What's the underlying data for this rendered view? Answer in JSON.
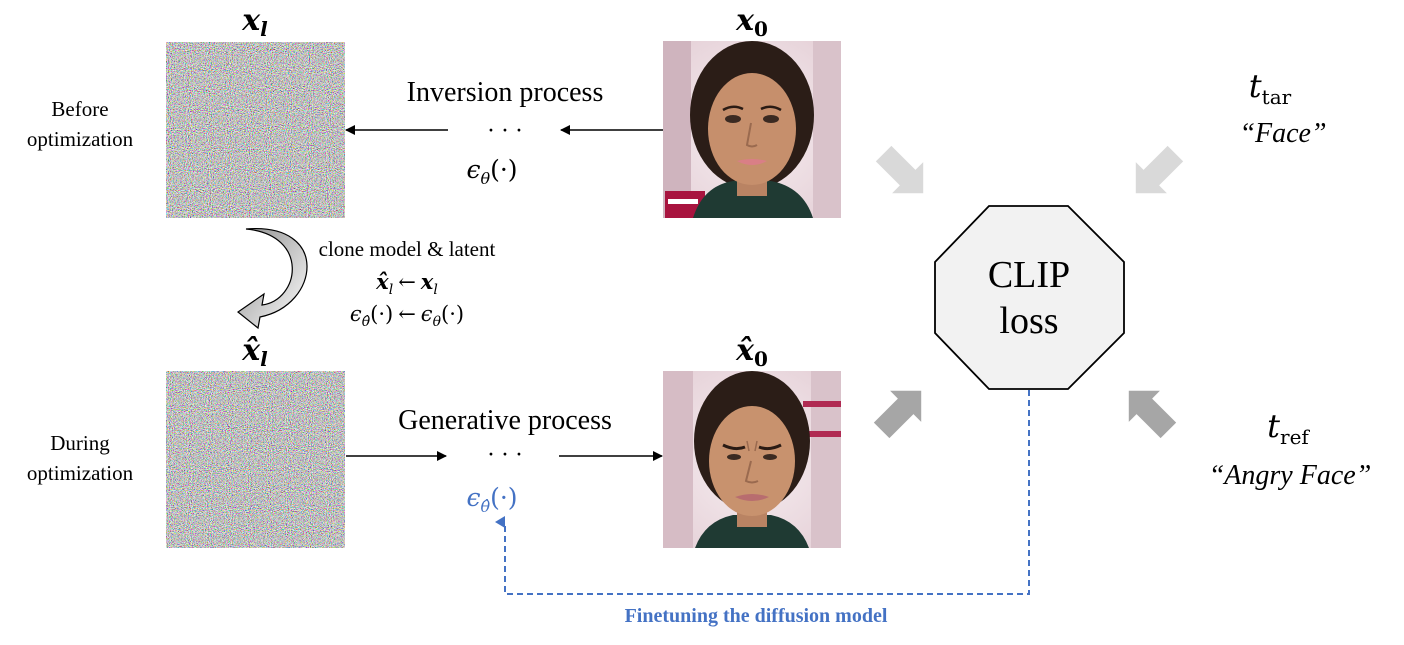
{
  "rows": {
    "top": {
      "label_line1": "Before",
      "label_line2": "optimization",
      "latent_symbol": "x",
      "latent_sub": "l",
      "process_label": "Inversion process",
      "dots": "· · ·",
      "model_eps": "ϵ",
      "model_sub": "θ",
      "model_arg": "(·)",
      "image_symbol": "x",
      "image_sub": "0"
    },
    "bottom": {
      "label_line1": "During",
      "label_line2": "optimization",
      "latent_symbol": "x̂",
      "latent_sub": "l",
      "process_label": "Generative process",
      "dots": "· · ·",
      "model_eps": "ϵ",
      "model_sub": "θ̂",
      "model_arg": "(·)",
      "image_symbol": "x̂",
      "image_sub": "0"
    }
  },
  "clone": {
    "title": "clone model & latent",
    "eq1": {
      "lhs": "x̂",
      "lhs_sub": "l",
      "arrow": "←",
      "rhs": "x",
      "rhs_sub": "l"
    },
    "eq2": {
      "lhs": "ϵ",
      "lhs_sub": "θ̂",
      "lhs_arg": "(·)",
      "arrow": "←",
      "rhs": "ϵ",
      "rhs_sub": "θ",
      "rhs_arg": "(·)"
    }
  },
  "clip": {
    "line1": "CLIP",
    "line2": "loss"
  },
  "target_text": {
    "symbol": "t",
    "sub": "tar",
    "quote": "“Face”"
  },
  "reference_text": {
    "symbol": "t",
    "sub": "ref",
    "quote": "“Angry Face”"
  },
  "feedback_label": "Finetuning the diffusion model",
  "colors": {
    "accent": "#4472c4",
    "arrow_light": "#d9d9d9",
    "arrow_dark": "#a6a6a6",
    "octagon_fill": "#f2f2f2",
    "text": "#000000"
  },
  "icons": {
    "face_photo": "face-photo",
    "noise": "noise-texture"
  }
}
